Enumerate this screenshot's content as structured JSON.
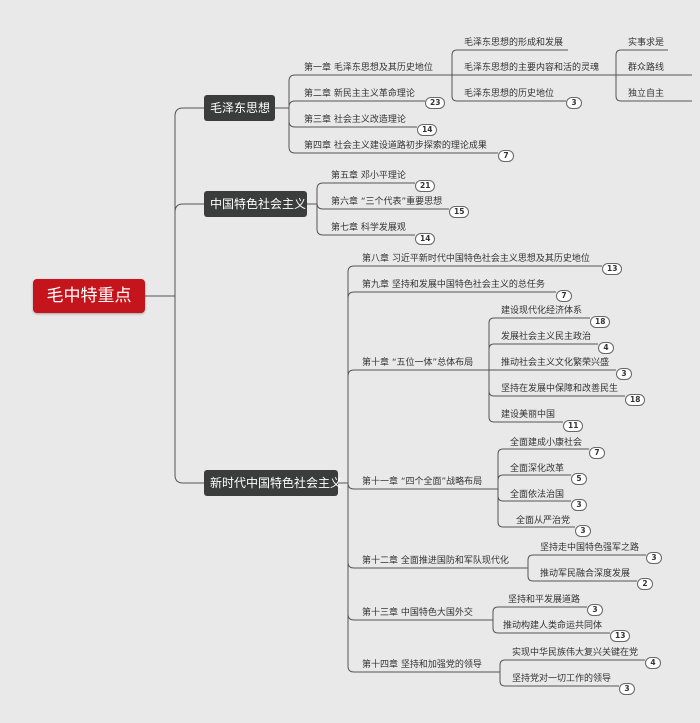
{
  "root": {
    "label": "毛中特重点"
  },
  "branches": [
    {
      "label": "毛泽东思想",
      "chapters": [
        {
          "label": "第一章  毛泽东思想及其历史地位",
          "sections": [
            {
              "label": "毛泽东思想的形成和发展"
            },
            {
              "label": "毛泽东思想的主要内容和活的灵魂",
              "points": [
                {
                  "label": "实事求是"
                },
                {
                  "label": "群众路线"
                },
                {
                  "label": "独立自主"
                }
              ]
            },
            {
              "label": "毛泽东思想的历史地位",
              "count": "3"
            }
          ]
        },
        {
          "label": "第二章  新民主主义革命理论",
          "count": "23"
        },
        {
          "label": "第三章  社会主义改造理论",
          "count": "14"
        },
        {
          "label": "第四章  社会主义建设道路初步探索的理论成果",
          "count": "7"
        }
      ]
    },
    {
      "label": "中国特色社会主义",
      "chapters": [
        {
          "label": "第五章  邓小平理论",
          "count": "21"
        },
        {
          "label": "第六章 “三个代表”重要思想",
          "count": "15"
        },
        {
          "label": "第七章  科学发展观",
          "count": "14"
        }
      ]
    },
    {
      "label": "新时代中国特色社会主义",
      "chapters": [
        {
          "label": "第八章  习近平新时代中国特色社会主义思想及其历史地位",
          "count": "13"
        },
        {
          "label": "第九章  坚持和发展中国特色社会主义的总任务",
          "count": "7"
        },
        {
          "label": "第十章 “五位一体”总体布局",
          "sections": [
            {
              "label": "建设现代化经济体系",
              "count": "18"
            },
            {
              "label": "发展社会主义民主政治",
              "count": "4"
            },
            {
              "label": "推动社会主义文化繁荣兴盛",
              "count": "3"
            },
            {
              "label": "坚持在发展中保障和改善民生",
              "count": "18"
            },
            {
              "label": "建设美丽中国",
              "count": "11"
            }
          ]
        },
        {
          "label": "第十一章 “四个全面”战略布局",
          "sections": [
            {
              "label": "全面建成小康社会",
              "count": "7"
            },
            {
              "label": "全面深化改革",
              "count": "5"
            },
            {
              "label": "全面依法治国",
              "count": "3"
            },
            {
              "label": "全面从严治党",
              "count": "3"
            }
          ]
        },
        {
          "label": "第十二章  全面推进国防和军队现代化",
          "sections": [
            {
              "label": "坚持走中国特色强军之路",
              "count": "3"
            },
            {
              "label": "推动军民融合深度发展",
              "count": "2"
            }
          ]
        },
        {
          "label": "第十三章  中国特色大国外交",
          "sections": [
            {
              "label": "坚持和平发展道路",
              "count": "3"
            },
            {
              "label": "推动构建人类命运共同体",
              "count": "13"
            }
          ]
        },
        {
          "label": "第十四章  坚持和加强党的领导",
          "sections": [
            {
              "label": "实现中华民族伟大复兴关键在党",
              "count": "4"
            },
            {
              "label": "坚持党对一切工作的领导",
              "count": "3"
            }
          ]
        }
      ]
    }
  ]
}
